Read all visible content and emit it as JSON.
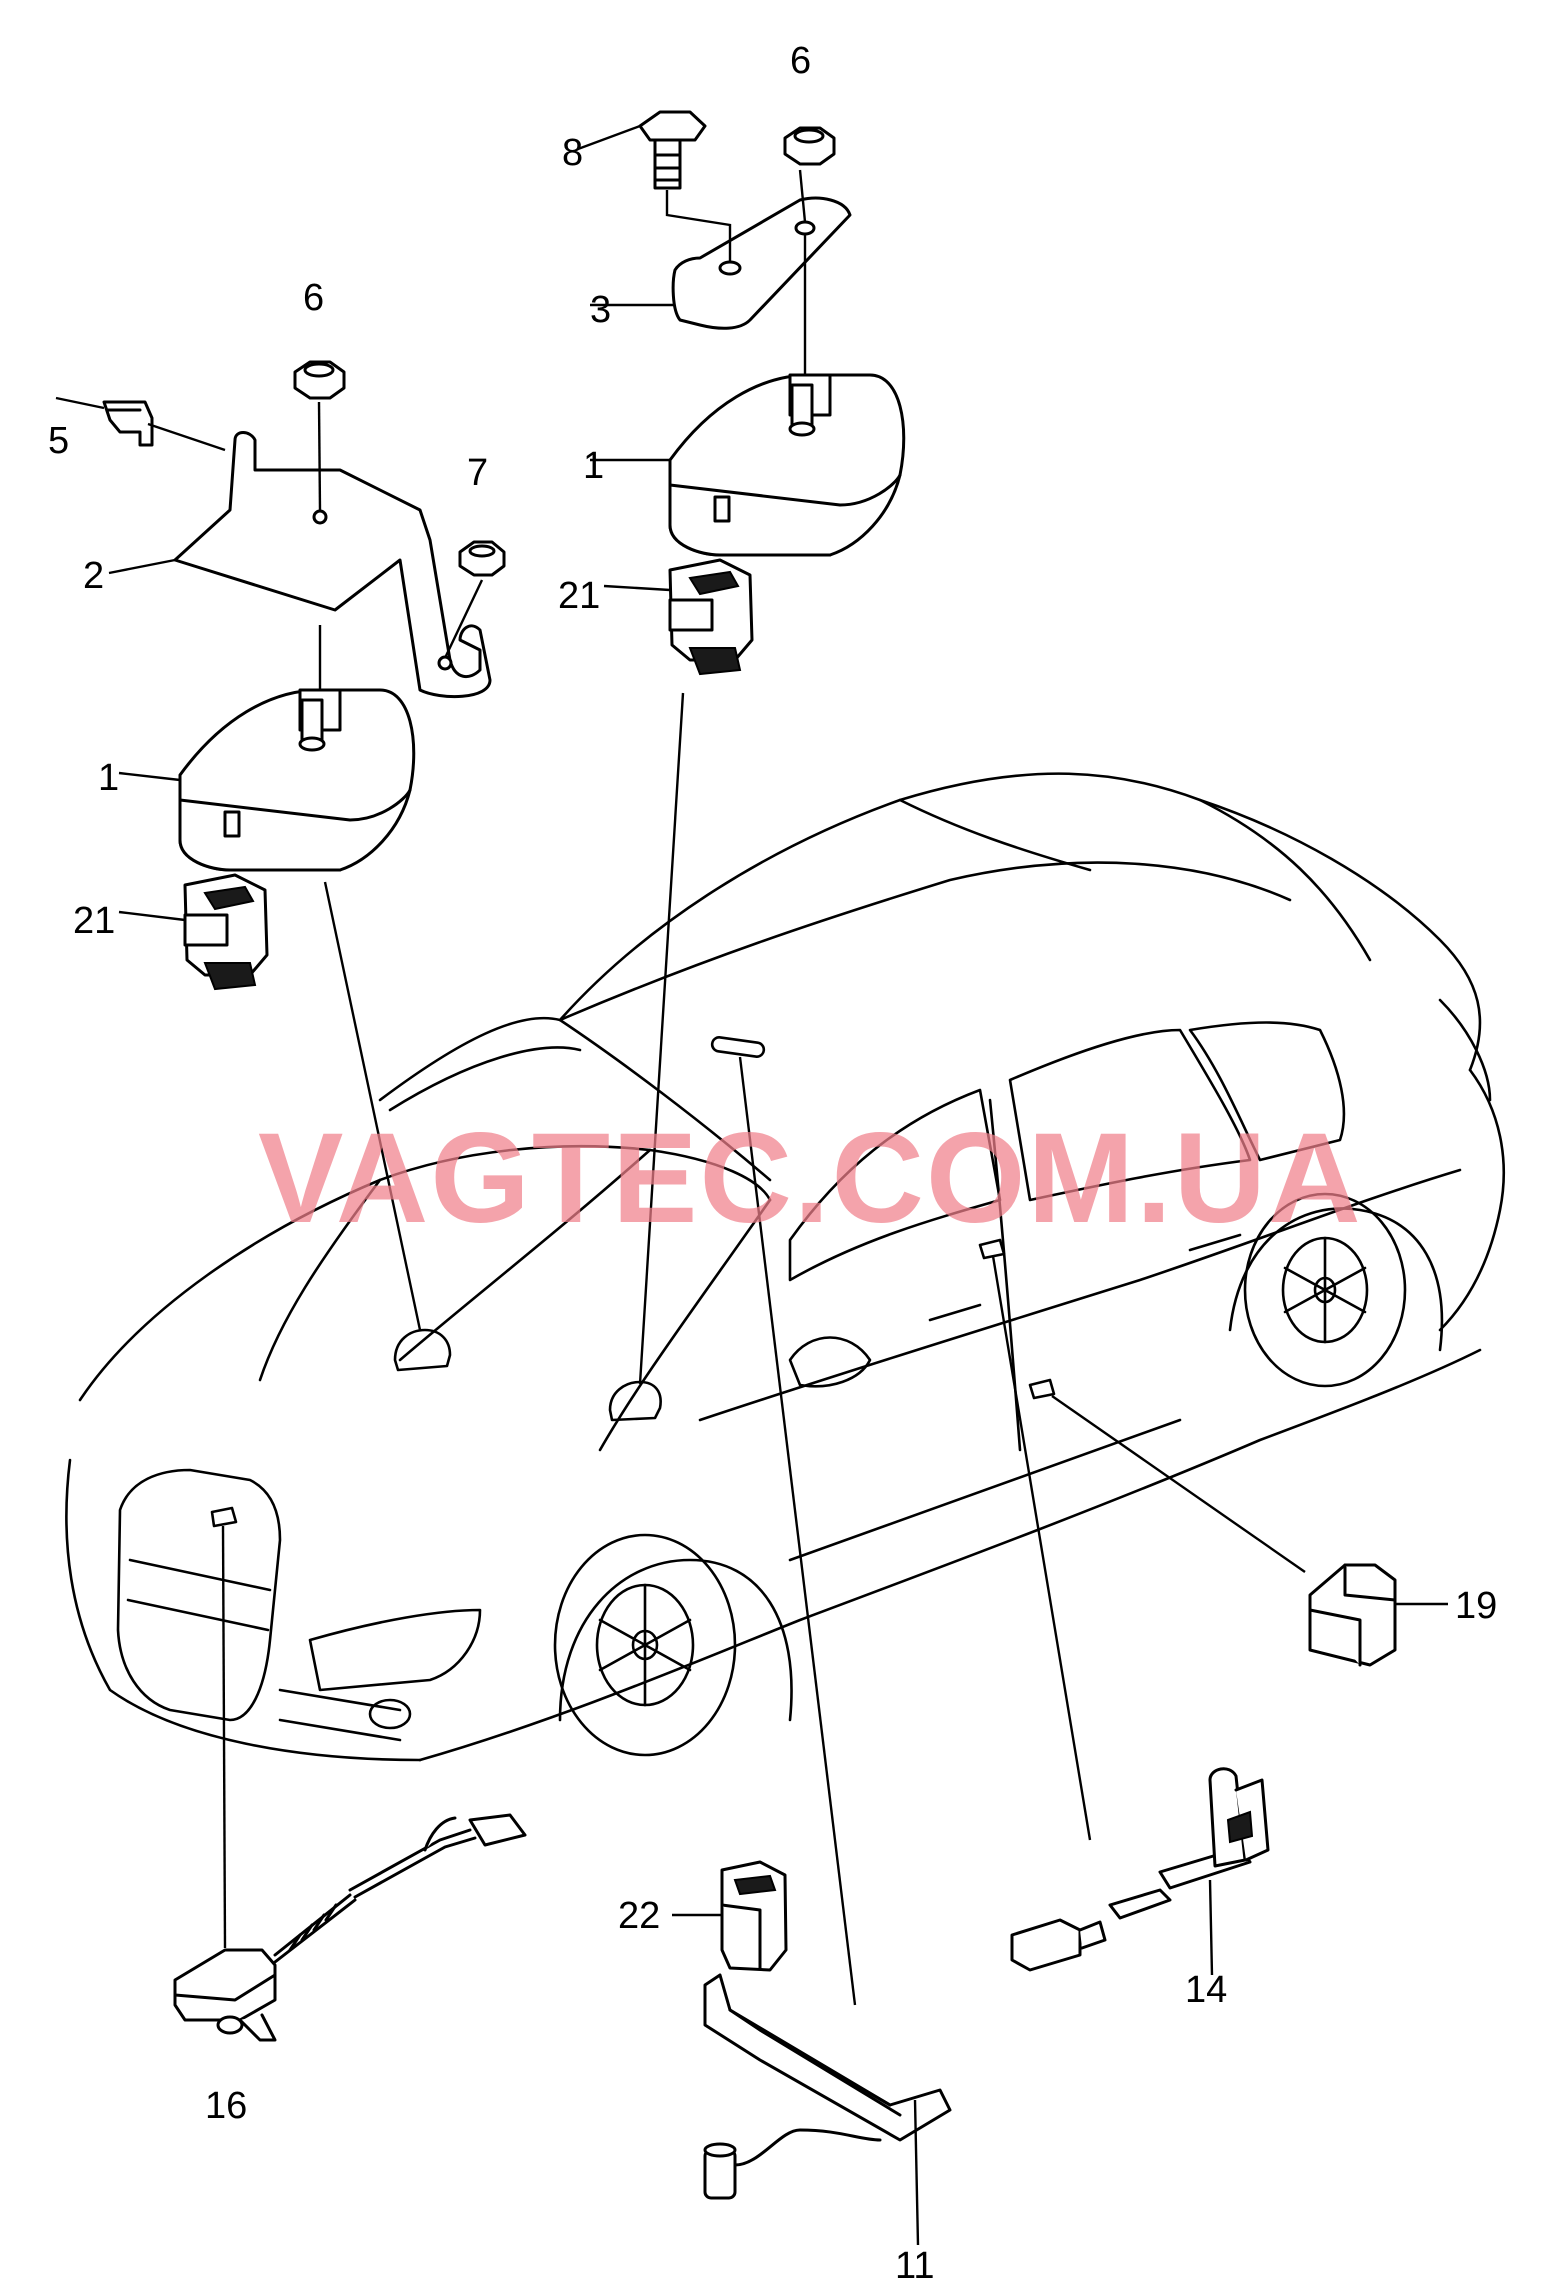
{
  "watermark": "VAGTEC.COM.UA",
  "callouts": {
    "c1a": "1",
    "c1b": "1",
    "c2": "2",
    "c3": "3",
    "c5": "5",
    "c6a": "6",
    "c6b": "6",
    "c7": "7",
    "c8": "8",
    "c11": "11",
    "c14": "14",
    "c16": "16",
    "c19": "19",
    "c21a": "21",
    "c21b": "21",
    "c22": "22"
  },
  "colors": {
    "line": "#000000",
    "background": "#ffffff",
    "watermark": "#f07f8a"
  }
}
